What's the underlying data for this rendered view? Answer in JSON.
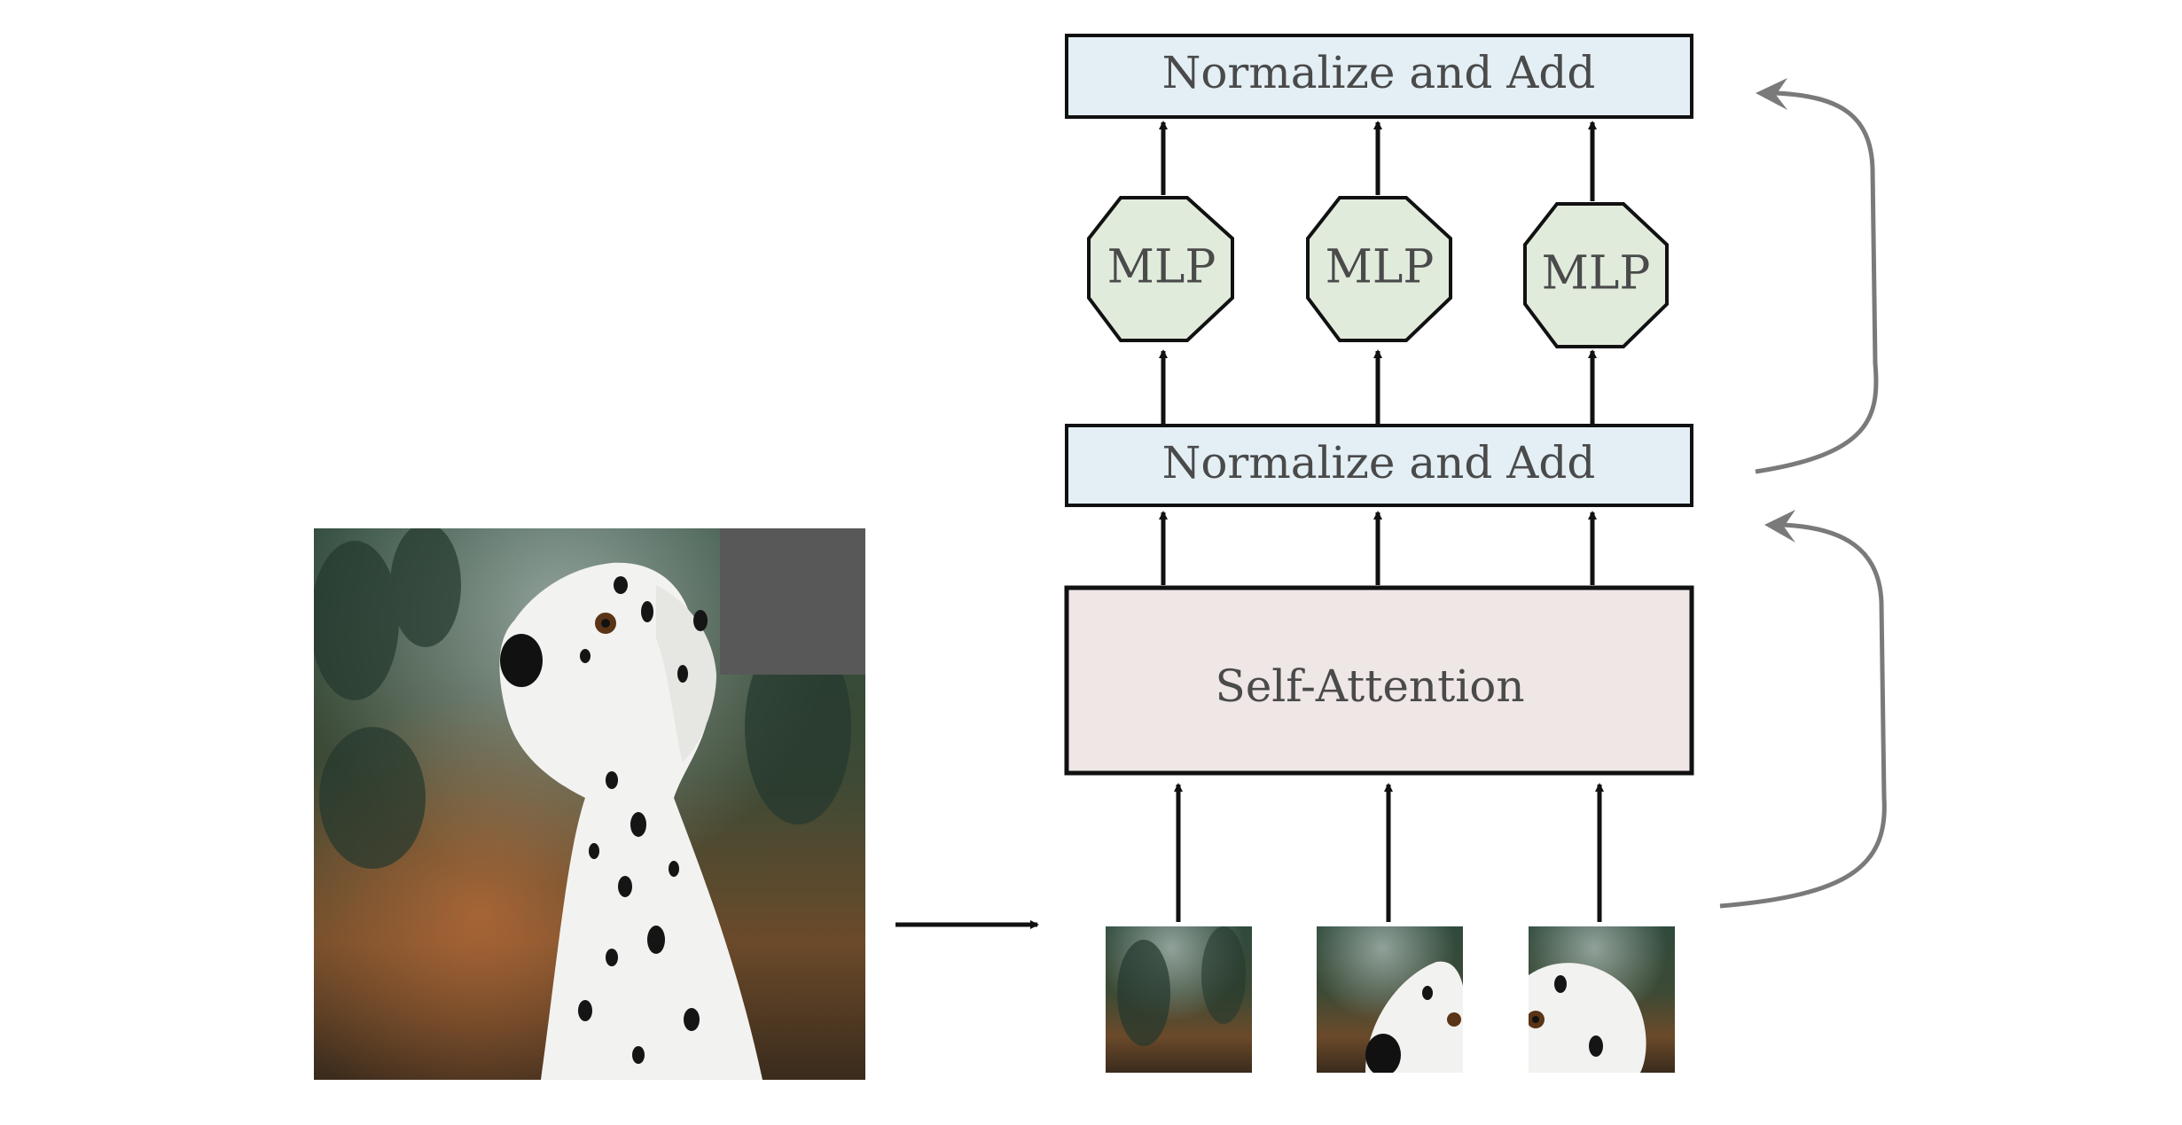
{
  "blocks": {
    "norm_top": "Normalize and Add",
    "norm_mid": "Normalize and Add",
    "attention": "Self-Attention",
    "mlp": [
      "MLP",
      "MLP",
      "MLP"
    ]
  },
  "colors": {
    "norm_fill": "#e3eff5",
    "mlp_fill": "#e0ebdc",
    "attention_fill": "#efe6e6",
    "residual_arrow": "#7a7a7a",
    "masked_patch": "#585858",
    "stroke": "#111111"
  },
  "images": {
    "input": "dalmatian-photo-with-masked-patch",
    "patches": [
      "patch-foliage",
      "patch-dog-snout",
      "patch-dog-eye"
    ]
  }
}
